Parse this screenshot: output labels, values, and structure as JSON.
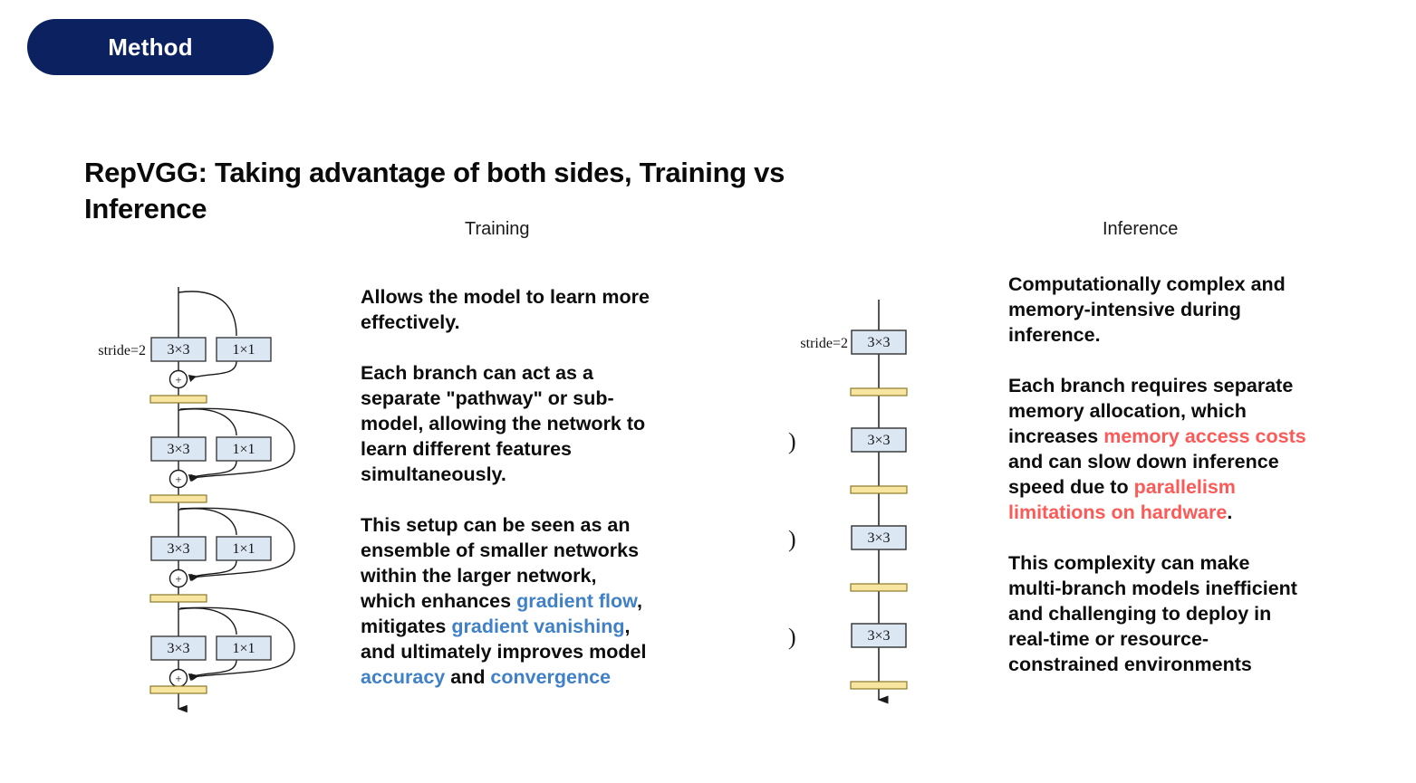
{
  "badge": {
    "label": "Method"
  },
  "slide": {
    "title": "RepVGG: Taking advantage of both sides, Training vs Inference"
  },
  "columns": {
    "training": {
      "heading": "Training",
      "paragraphs": [
        {
          "id": "p1",
          "runs": [
            {
              "text": "Allows the model to learn more effectively.",
              "style": "normal"
            }
          ]
        },
        {
          "id": "p2",
          "runs": [
            {
              "text": "Each branch can act as a separate \"pathway\" or sub-model, allowing the network to learn different features simultaneously.",
              "style": "normal"
            }
          ]
        },
        {
          "id": "p3",
          "runs": [
            {
              "text": "This setup can be seen as an ensemble of smaller networks within the larger network, which enhances ",
              "style": "normal"
            },
            {
              "text": "gradient flow",
              "style": "blue"
            },
            {
              "text": ", mitigates ",
              "style": "normal"
            },
            {
              "text": "gradient vanishing",
              "style": "blue"
            },
            {
              "text": ", and ultimately improves model ",
              "style": "normal"
            },
            {
              "text": "accuracy",
              "style": "blue"
            },
            {
              "text": " and ",
              "style": "normal"
            },
            {
              "text": "convergence",
              "style": "blue"
            }
          ]
        }
      ]
    },
    "inference": {
      "heading": "Inference",
      "paragraphs": [
        {
          "id": "p1",
          "runs": [
            {
              "text": "Computationally complex and memory-intensive during inference.",
              "style": "normal"
            }
          ]
        },
        {
          "id": "p2",
          "runs": [
            {
              "text": "Each branch requires separate memory allocation, which increases ",
              "style": "normal"
            },
            {
              "text": "memory access costs",
              "style": "red"
            },
            {
              "text": " and can slow down inference speed due to ",
              "style": "normal"
            },
            {
              "text": "parallelism limitations on hardware",
              "style": "red"
            },
            {
              "text": ".",
              "style": "normal"
            }
          ]
        },
        {
          "id": "p3",
          "runs": [
            {
              "text": "This complexity can make multi-branch models inefficient and challenging to deploy in real-time or resource-constrained environments",
              "style": "normal"
            }
          ]
        }
      ]
    }
  },
  "figures": {
    "training": {
      "stride_label": "stride=2",
      "blocks": [
        {
          "conv": "3×3",
          "shortcut": "1×1",
          "identity": false
        },
        {
          "conv": "3×3",
          "shortcut": "1×1",
          "identity": true
        },
        {
          "conv": "3×3",
          "shortcut": "1×1",
          "identity": true
        },
        {
          "conv": "3×3",
          "shortcut": "1×1",
          "identity": true
        }
      ],
      "add_symbol": "+",
      "relu_bar_count": 4
    },
    "inference": {
      "stride_label": "stride=2",
      "blocks": [
        {
          "conv": "3×3"
        },
        {
          "conv": "3×3"
        },
        {
          "conv": "3×3"
        },
        {
          "conv": "3×3"
        }
      ],
      "brace_marks": [
        ")",
        ")",
        ")"
      ],
      "relu_bar_count": 4
    }
  },
  "colors": {
    "badge_navy": "#0c2260",
    "highlight_blue": "#3f80c6",
    "highlight_red": "#fc5a58",
    "conv_box_fill": "#dce7f4",
    "conv_box_stroke": "#3c3c3c",
    "relu_bar_fill": "#f8e6a0",
    "relu_bar_stroke": "#8a7a2a",
    "background": "#ffffff"
  }
}
